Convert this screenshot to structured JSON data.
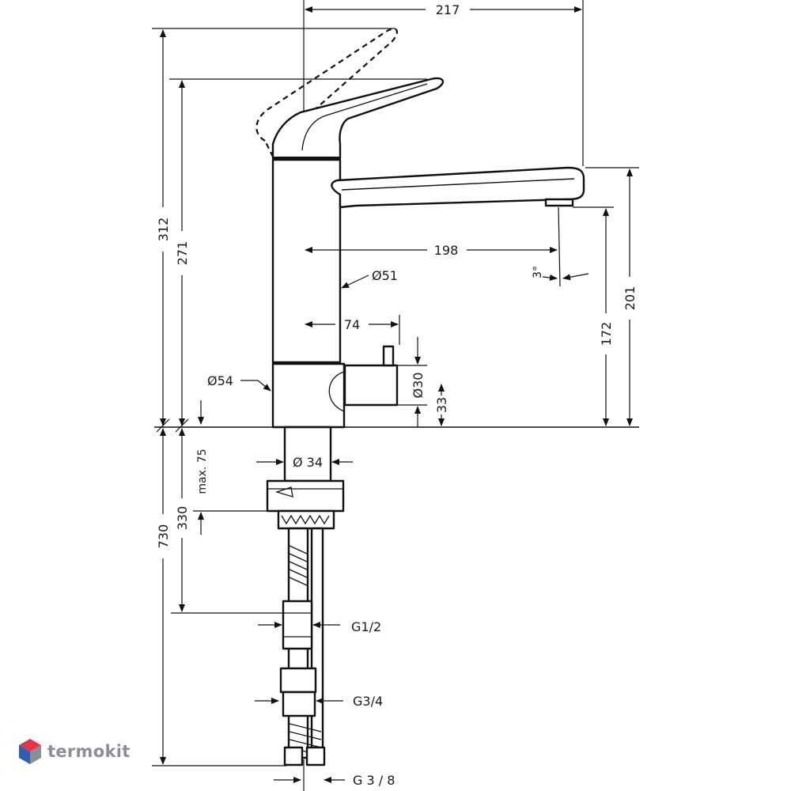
{
  "drawing": {
    "dimensions": {
      "d217": "217",
      "d312": "312",
      "d271": "271",
      "d198": "198",
      "d51": "Ø51",
      "d3deg": "3°",
      "d201": "201",
      "d172": "172",
      "d74": "74",
      "d54": "Ø54",
      "d30": "Ø30",
      "d33": "33",
      "d34": "Ø 34",
      "dmax75": "max. 75",
      "d330": "330",
      "d730": "730",
      "g12": "G1/2",
      "g34": "G3/4",
      "g38": "G 3 / 8"
    }
  },
  "watermark": {
    "text": "termokit",
    "colors": {
      "top": "#e3344a",
      "left": "#2f5fb0",
      "right": "#8a8f96"
    }
  }
}
